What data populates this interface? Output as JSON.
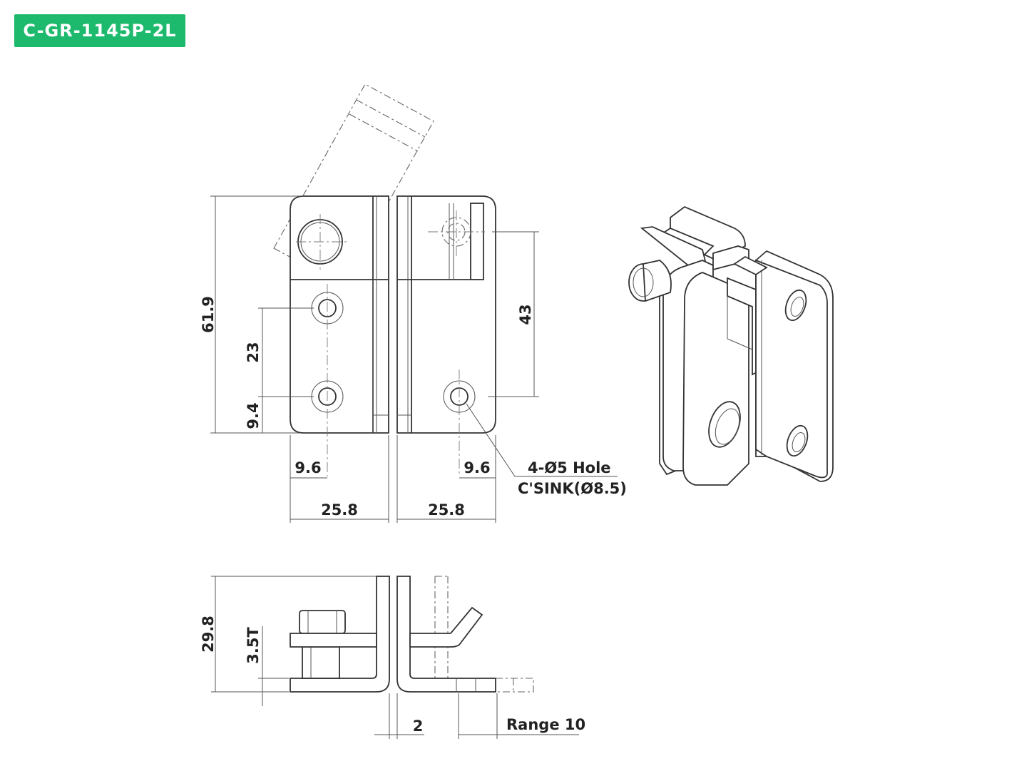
{
  "title": "C-GR-1145P-2L",
  "colors": {
    "badge": "#1db96d",
    "line": "#333333"
  },
  "dimensions": {
    "height_total": "61.9",
    "hole_pitch": "23",
    "hole_edge": "9.4",
    "right_height": "43",
    "left_hole_offset": "9.6",
    "right_hole_offset": "9.6",
    "left_width": "25.8",
    "right_width": "25.8",
    "side_height": "29.8",
    "thickness": "3.5T",
    "gap": "2",
    "range": "Range 10"
  },
  "hole_note": {
    "line1": "4-Ø5 Hole",
    "line2": "C'SINK(Ø8.5)"
  }
}
